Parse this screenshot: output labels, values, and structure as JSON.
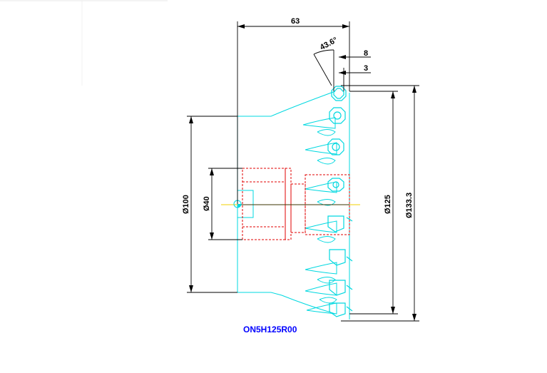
{
  "drawing": {
    "part_code": "ON5H125R00",
    "colors": {
      "body": "#00d8e0",
      "dimension": "#000000",
      "hidden": "#e00000",
      "center": "#f0d000",
      "title": "#0000ff"
    }
  },
  "dimensions": {
    "length_overall": "63",
    "angle": "43.6°",
    "offset_8": "8",
    "offset_3": "3",
    "dia_100": "Ø100",
    "dia_40": "Ø40",
    "dia_125": "Ø125",
    "dia_133": "Ø133.3"
  }
}
